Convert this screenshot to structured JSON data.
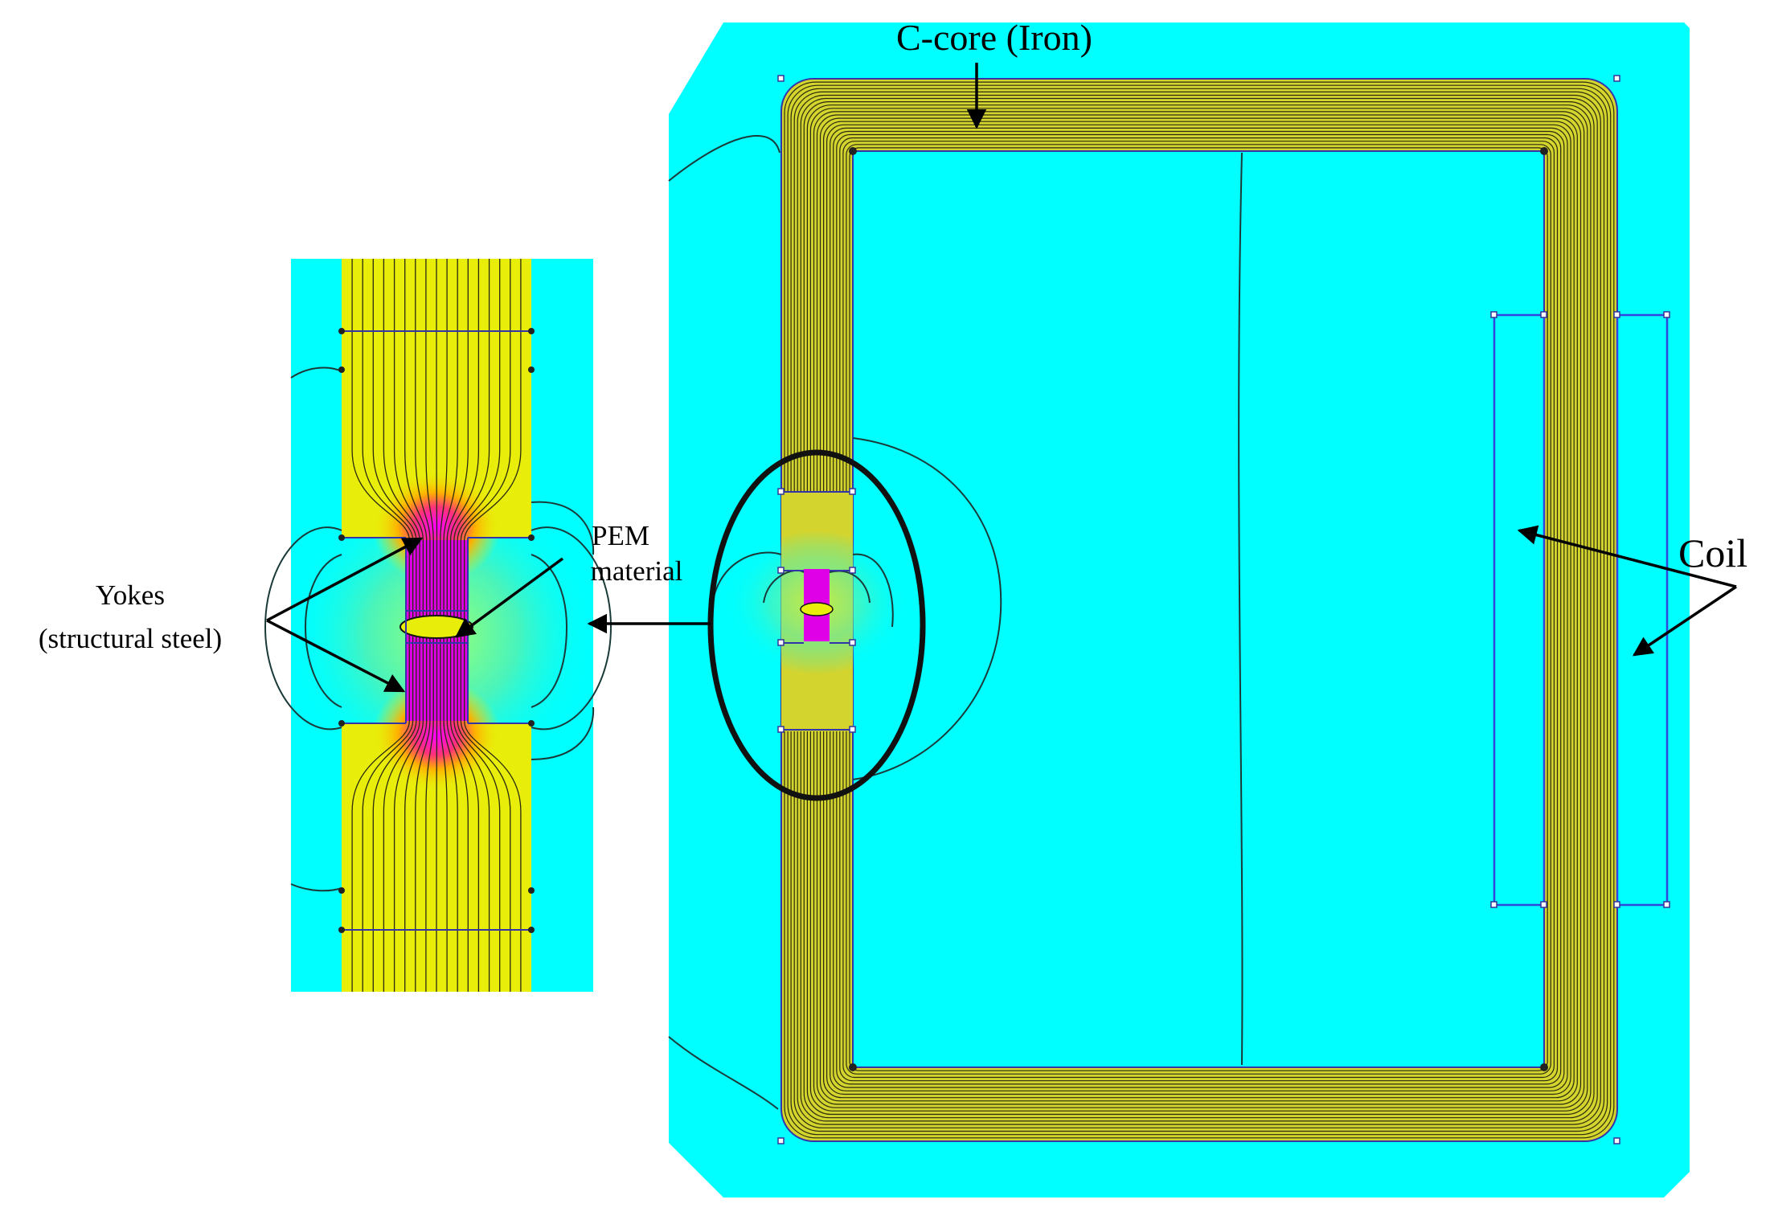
{
  "labels": {
    "c_core": "C-core (Iron)",
    "yokes_line1": "Yokes",
    "yokes_line2": "(structural steel)",
    "pem_line1": "PEM",
    "pem_line2": "material",
    "coil": "Coil"
  },
  "colors": {
    "air": "#00ffff",
    "iron": "#d7d72a",
    "yoke": "#e8ee0a",
    "high_flux": "#e000e8",
    "fringe": "#3af2c4",
    "field_line": "#1a1a1a",
    "geometry_edge": "#3333cc"
  }
}
